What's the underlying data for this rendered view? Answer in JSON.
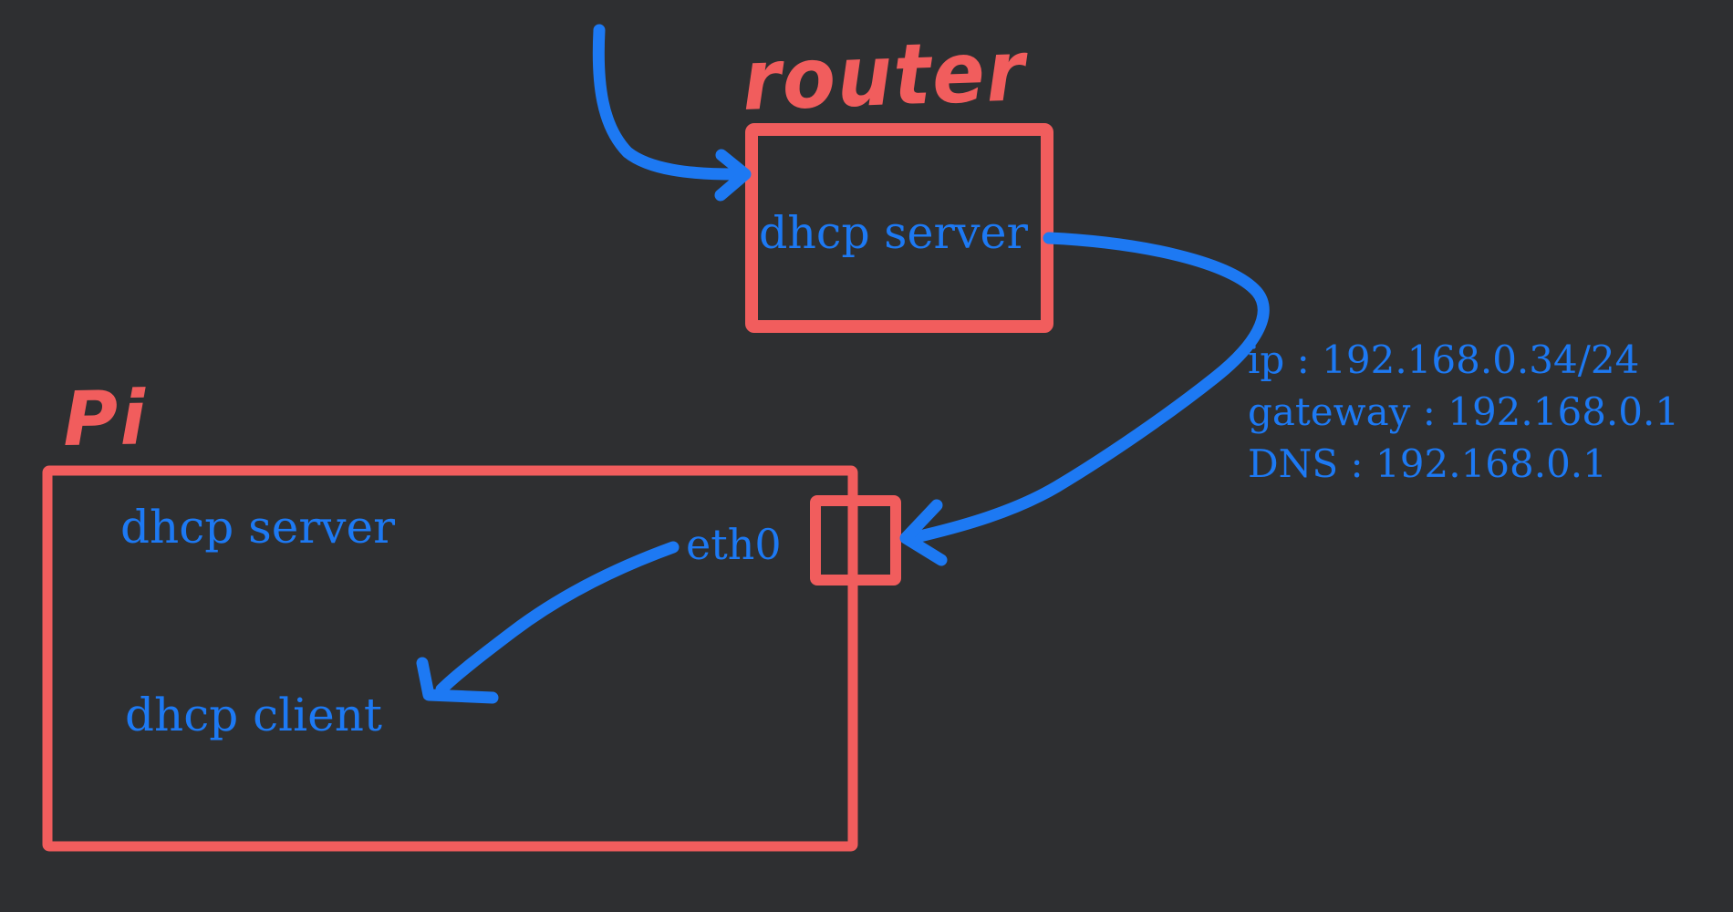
{
  "canvas": {
    "background_color": "#2e2f31",
    "stroke_red": "#f15d5d",
    "stroke_blue": "#1d79f3"
  },
  "router": {
    "title": "router",
    "inner_label": "dhcp server"
  },
  "pi": {
    "title": "Pi",
    "server_label": "dhcp server",
    "client_label": "dhcp client",
    "port_label": "eth0"
  },
  "lease_info": {
    "lines": [
      "ip : 192.168.0.34/24",
      "gateway : 192.168.0.1",
      "DNS : 192.168.0.1"
    ]
  }
}
